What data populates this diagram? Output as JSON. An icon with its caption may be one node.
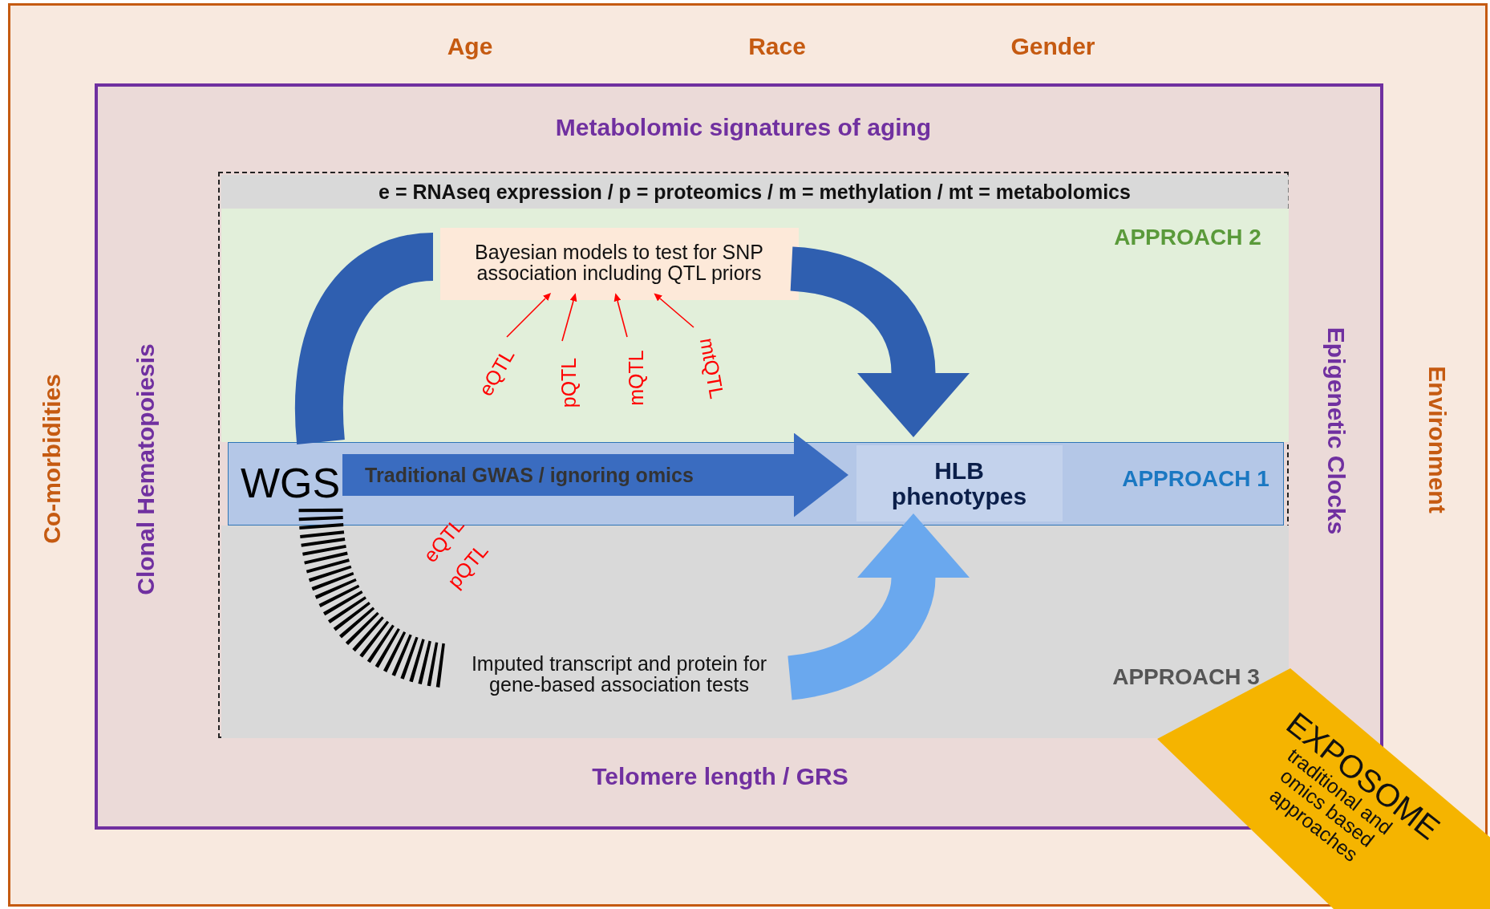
{
  "diagram": {
    "nodes": [
      {
        "text": [
          "Age",
          "Race",
          "Gender",
          "Co-morbidities",
          "Environment"
        ]
      },
      {
        "text": [
          "Metabolomic signatures of aging",
          "Clonal Hematopoiesis",
          "Epigenetic Clocks",
          "Telomere length / GRS"
        ],
        "in": 0
      },
      {
        "text": [
          "e = RNAseq expression / p = proteomics / m = methylation / mt = metabolomics"
        ],
        "in": 1
      },
      {
        "text": [
          "APPROACH 2"
        ],
        "in": 2
      },
      {
        "text": [
          "Bayesian models to test for SNP association including QTL priors"
        ],
        "in": 3
      },
      {
        "text": [
          "eQTL"
        ],
        "in": 3
      },
      {
        "text": [
          "pQTL"
        ],
        "in": 3
      },
      {
        "text": [
          "mQTL"
        ],
        "in": 3
      },
      {
        "text": [
          "mtQTL"
        ],
        "in": 3
      },
      {
        "text": [
          "APPROACH 1"
        ],
        "in": 2
      },
      {
        "text": [
          "WGS"
        ],
        "in": 9
      },
      {
        "text": [
          "HLB phenotypes"
        ],
        "in": 9
      },
      {
        "text": [
          "APPROACH 3"
        ],
        "in": 2
      },
      {
        "text": [
          "Imputed transcript and protein for gene-based association tests"
        ],
        "in": 12
      },
      {
        "text": [
          "EXPOSOME",
          "traditional and omics based approaches"
        ],
        "in": 0
      }
    ],
    "edges": [
      {
        "from": 10,
        "to": 4,
        "arrow": "none",
        "color": "#2f5fb0"
      },
      {
        "from": 4,
        "to": 11,
        "arrow": "to",
        "color": "#2f5fb0"
      },
      {
        "from": 10,
        "to": 11,
        "arrow": "to",
        "label": "Traditional GWAS / ignoring omics",
        "color": "#3a6cc0"
      },
      {
        "from": 10,
        "to": 13,
        "arrow": "none",
        "style": "dashed",
        "color": "#000000"
      },
      {
        "from": 13,
        "to": 11,
        "arrow": "to",
        "color": "#6aa8ee"
      },
      {
        "from": 5,
        "to": 4,
        "arrow": "to",
        "color": "#ff0000"
      },
      {
        "from": 6,
        "to": 4,
        "arrow": "to",
        "color": "#ff0000"
      },
      {
        "from": 7,
        "to": 4,
        "arrow": "to",
        "color": "#ff0000"
      },
      {
        "from": 8,
        "to": 4,
        "arrow": "to",
        "color": "#ff0000"
      }
    ],
    "labels": [
      "eQTL",
      "pQTL"
    ]
  }
}
